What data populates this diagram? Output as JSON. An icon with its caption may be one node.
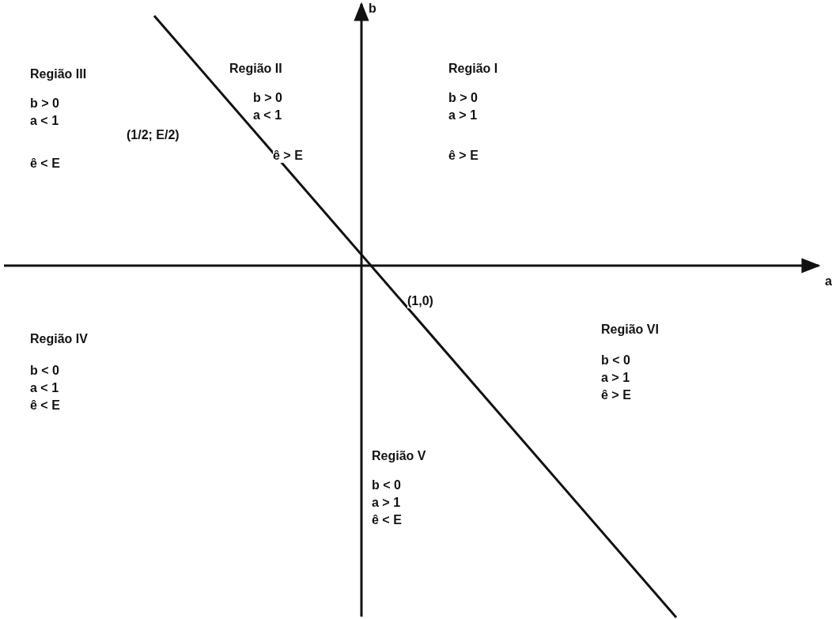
{
  "diagram": {
    "labels": [
      "b",
      "Região III",
      "b > 0",
      "a < 1",
      "ê < E",
      "Região II",
      "b > 0",
      "a < 1",
      "ê > E",
      "Região I",
      "b > 0",
      "a > 1",
      "ê > E",
      "(1/2; E/2)",
      "a",
      "(1,0)",
      "Região IV",
      "b < 0",
      "a < 1",
      "ê < E",
      "Região VI",
      "b < 0",
      "a > 1",
      "ê > E",
      "Região V",
      "b < 0",
      "a > 1",
      "ê < E"
    ]
  }
}
